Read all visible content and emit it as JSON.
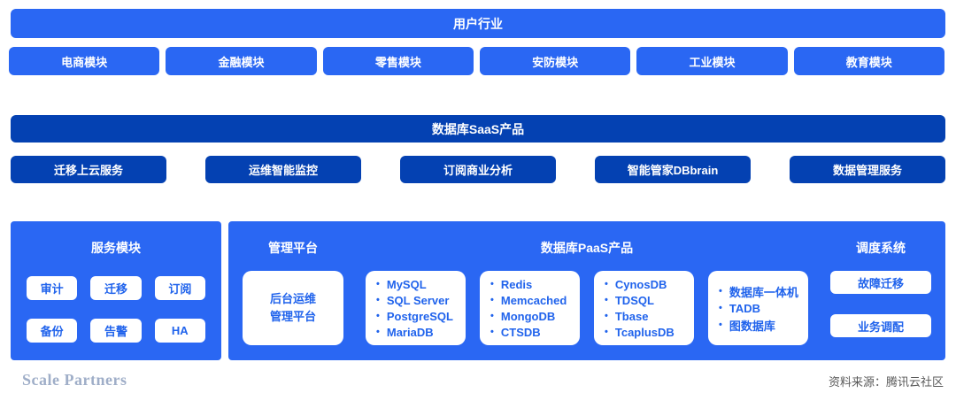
{
  "colors": {
    "primary_blue": "#2A67F3",
    "dark_blue": "#0441B2",
    "card_text_blue": "#2063EC",
    "brand_gray_blue": "#9FAEC8",
    "source_gray": "#595959"
  },
  "industry": {
    "bar_label": "用户行业",
    "modules": [
      "电商模块",
      "金融模块",
      "零售模块",
      "安防模块",
      "工业模块",
      "教育模块"
    ]
  },
  "saas": {
    "bar_label": "数据库SaaS产品",
    "services": [
      "迁移上云服务",
      "运维智能监控",
      "订阅商业分析",
      "智能管家DBbrain",
      "数据管理服务"
    ]
  },
  "service_module": {
    "title": "服务模块",
    "items": [
      "审计",
      "迁移",
      "订阅",
      "备份",
      "告警",
      "HA"
    ]
  },
  "management_platform": {
    "title": "管理平台",
    "card_line1": "后台运维",
    "card_line2": "管理平台"
  },
  "paas": {
    "title": "数据库PaaS产品",
    "bullet": "•",
    "cards": [
      {
        "items": [
          "MySQL",
          "SQL Server",
          "PostgreSQL",
          "MariaDB"
        ]
      },
      {
        "items": [
          "Redis",
          "Memcached",
          "MongoDB",
          "CTSDB"
        ]
      },
      {
        "items": [
          "CynosDB",
          "TDSQL",
          "Tbase",
          "TcaplusDB"
        ]
      },
      {
        "items": [
          "数据库一体机",
          "TADB",
          "图数据库"
        ]
      }
    ]
  },
  "scheduling": {
    "title": "调度系统",
    "buttons": [
      "故障迁移",
      "业务调配"
    ]
  },
  "footer": {
    "brand": "Scale Partners",
    "source": "资料来源：腾讯云社区"
  }
}
